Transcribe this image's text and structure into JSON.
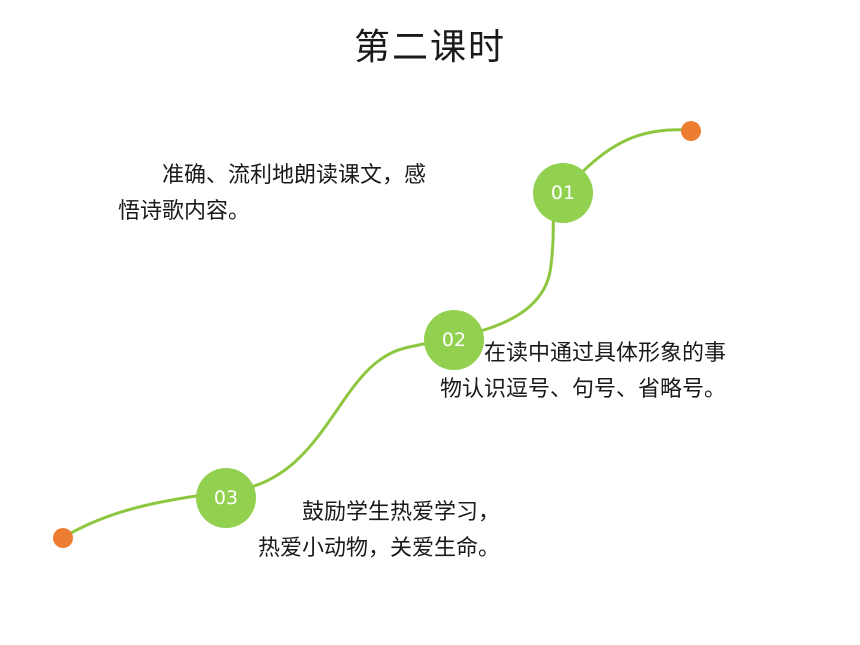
{
  "title": "第二课时",
  "colors": {
    "line": "#8dc63f",
    "node_fill": "#92d050",
    "end_dot": "#ed7d31",
    "text": "#1a1a1a"
  },
  "nodes": [
    {
      "label": "01",
      "text": "　　准确、流利地朗读课文，感\n悟诗歌内容。"
    },
    {
      "label": "02",
      "text": "　　在读中通过具体形象的事\n物认识逗号、句号、省略号。"
    },
    {
      "label": "03",
      "text": "　　鼓励学生热爱学习，\n热爱小动物，关爱生命。"
    }
  ]
}
